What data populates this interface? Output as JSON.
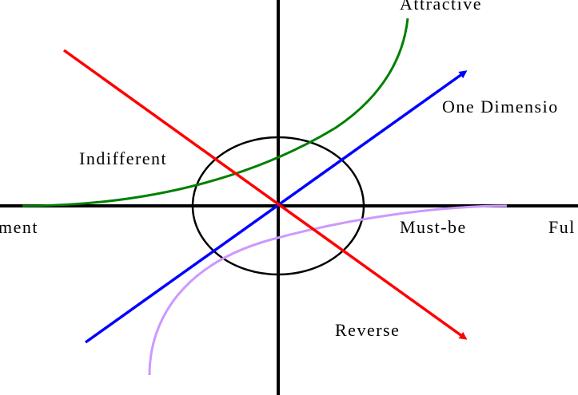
{
  "diagram": {
    "title": "Kano Model",
    "labels": {
      "attractive": "Attractive",
      "one_dimensional": "One Dimensio",
      "indifferent": "Indifferent",
      "must_be": "Must-be",
      "reverse": "Reverse",
      "left_axis": "ment",
      "right_axis": "Ful"
    },
    "colors": {
      "axes": "#000000",
      "attractive": "#008000",
      "one_dimensional": "#0000ff",
      "reverse": "#ff0000",
      "must_be": "#cc99ff",
      "indifferent_region": "#000000"
    }
  }
}
